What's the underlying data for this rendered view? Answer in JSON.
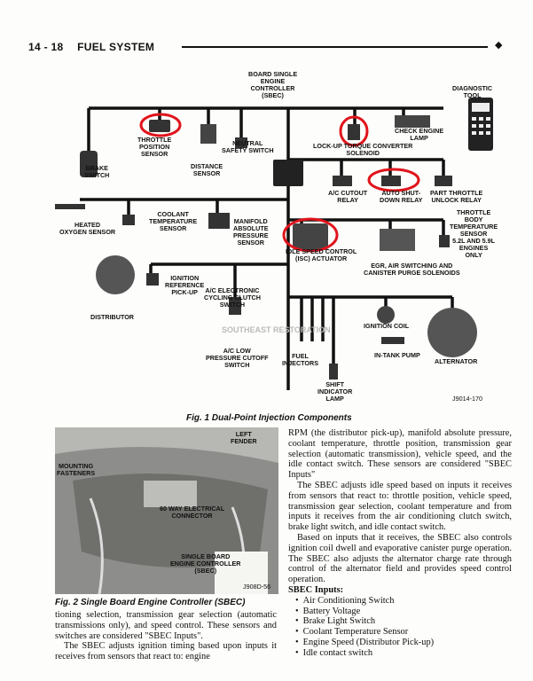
{
  "header": {
    "page_number": "14 - 18",
    "section_title": "FUEL SYSTEM",
    "marker": "◆"
  },
  "figure1": {
    "caption": "Fig. 1 Dual-Point Injection Components",
    "code": "J9014-170",
    "watermark": "SOUTHEAST RESTORATION",
    "labels": {
      "sbec": "BOARD SINGLE\nENGINE\nCONTROLLER\n(SBEC)",
      "diagnostic_tool": "DIAGNOSTIC\nTOOL",
      "tps": "THROTTLE\nPOSITION\nSENSOR",
      "neutral_safety": "NEUTRAL\nSAFETY SWITCH",
      "distance_sensor": "DISTANCE\nSENSOR",
      "brake_switch": "BRAKE\nSWITCH",
      "check_engine": "CHECK ENGINE\nLAMP",
      "lockup": "LOCK-UP TORQUE CONVERTER\nSOLENOID",
      "ac_cutout": "A/C CUTOUT\nRELAY",
      "asd": "AUTO SHUT-\nDOWN RELAY",
      "part_throttle": "PART THROTTLE\nUNLOCK RELAY",
      "heated_o2": "HEATED\nOXYGEN SENSOR",
      "coolant": "COOLANT\nTEMPERATURE\nSENSOR",
      "map": "MANIFOLD\nABSOLUTE\nPRESSURE\nSENSOR",
      "tbt": "THROTTLE\nBODY\nTEMPERATURE\nSENSOR\n5.2L AND 5.9L\nENGINES\nONLY",
      "isc": "IDLE SPEED CONTROL\n(ISC) ACTUATOR",
      "egr": "EGR, AIR SWITCHING AND\nCANISTER PURGE SOLENOIDS",
      "ignition_ref": "IGNITION\nREFERENCE\nPICK-UP",
      "ac_clutch": "A/C ELECTRONIC\nCYCLING CLUTCH\nSWITCH",
      "distributor": "DISTRIBUTOR",
      "ignition_coil": "IGNITION COIL",
      "ac_low": "A/C LOW\nPRESSURE CUTOFF\nSWITCH",
      "fuel_injectors": "FUEL\nINJECTORS",
      "fuel_pump": "IN-TANK PUMP",
      "alternator": "ALTERNATOR",
      "shift_lamp": "SHIFT\nINDICATOR\nLAMP"
    }
  },
  "figure2": {
    "caption": "Fig. 2 Single Board Engine Controller (SBEC)",
    "code": "J908D-56",
    "labels": {
      "left_fender": "LEFT\nFENDER",
      "mounting": "MOUNTING\nFASTENERS",
      "connector": "60 WAY ELECTRICAL\nCONNECTOR",
      "sbec": "SINGLE BOARD\nENGINE CONTROLLER\n(SBEC)"
    }
  },
  "text": {
    "left_p1": "tioning selection, transmission gear selection (automatic transmissions only), and speed control. These sensors and switches are considered \"SBEC Inputs\".",
    "left_p2": "The SBEC adjusts ignition timing based upon inputs it receives from sensors that react to: engine",
    "right_p1": "RPM (the distributor pick-up), manifold absolute pressure, coolant temperature, throttle position, transmission gear selection (automatic transmission), vehicle speed, and the idle contact switch. These sensors are considered \"SBEC Inputs\"",
    "right_p2": "The SBEC adjusts idle speed based on inputs it receives from sensors that react to: throttle position, vehicle speed, transmission gear selection, coolant temperature and from inputs it receives from the air conditioning clutch switch, brake light switch, and idle contact switch.",
    "right_p3": "Based on inputs that it receives, the SBEC also controls ignition coil dwell and evaporative canister purge operation. The SBEC also adjusts the alternator charge rate through control of the alternator field and provides speed control operation.",
    "inputs_heading": "SBEC Inputs:",
    "inputs": [
      "Air Conditioning Switch",
      "Battery Voltage",
      "Brake Light Switch",
      "Coolant Temperature Sensor",
      "Engine Speed (Distributor Pick-up)",
      "Idle contact switch"
    ]
  },
  "colors": {
    "ink": "#111111",
    "highlight_circle": "#e0141c",
    "photo_bg": "#8d8d8b"
  }
}
